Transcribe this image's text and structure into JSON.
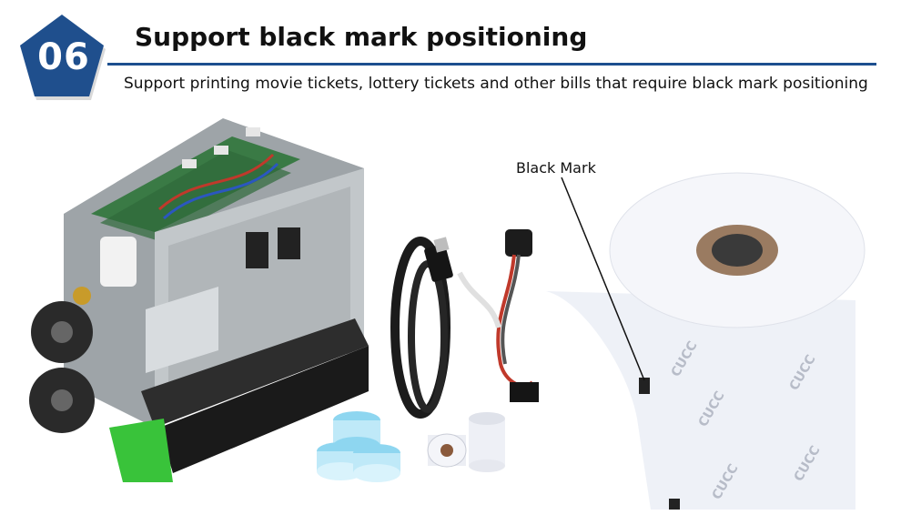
{
  "badge": {
    "number": "06"
  },
  "header": {
    "title": "Support black mark positioning",
    "subtitle": "Support printing movie tickets, lottery tickets and other bills that require black mark positioning"
  },
  "callout": {
    "label": "Black Mark"
  },
  "colors": {
    "brand_blue": "#1d4f8f",
    "badge_blue": "#1f4f8d",
    "accent_green": "#39c33a"
  },
  "icons": [
    "printer-mechanism-image",
    "usb-cable-image",
    "sensor-cable-image",
    "label-rolls-image",
    "paper-rolls-image",
    "paper-roll-image"
  ]
}
